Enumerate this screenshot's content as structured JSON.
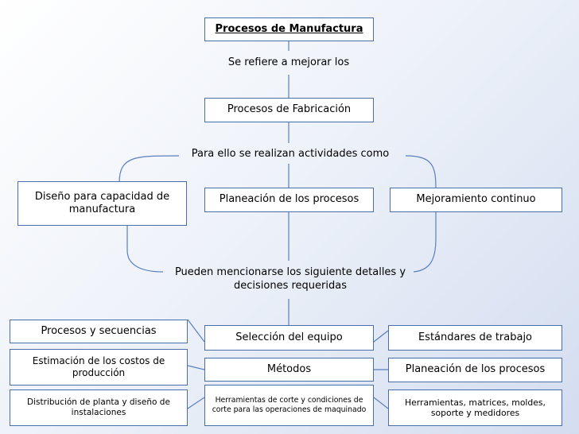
{
  "diagram": {
    "title": "Procesos de Manufactura",
    "subtitle": "Se refiere a mejorar los",
    "main_node": "Procesos de Fabricación",
    "activities_label": "Para ello se realizan actividades como",
    "activities": {
      "left": "Diseño para capacidad de manufactura",
      "center": "Planeación de los procesos",
      "right": "Mejoramiento continuo"
    },
    "details_label": "Pueden mencionarse los siguiente detalles y decisiones requeridas",
    "details": {
      "left": [
        "Procesos y secuencias",
        "Estimación de los costos de producción",
        "Distribución de planta y diseño de instalaciones"
      ],
      "center": [
        "Selección del equipo",
        "Métodos",
        "Herramientas de corte y condiciones de corte para las operaciones de maquinado"
      ],
      "right": [
        "Estándares de trabajo",
        "Planeación de los procesos",
        "Herramientas, matrices, moldes, soporte y medidores"
      ]
    },
    "colors": {
      "border": "#4a6ea9",
      "line": "#5a7fbf",
      "bg": "#ffffff"
    }
  }
}
